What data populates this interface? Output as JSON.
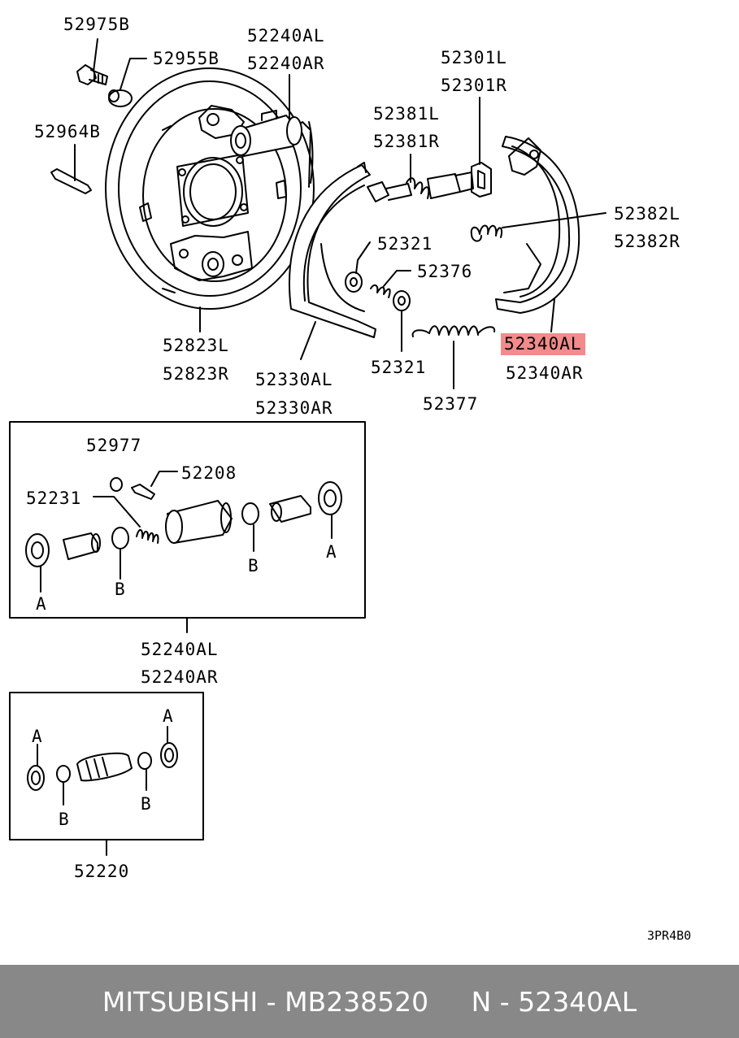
{
  "labels": {
    "p52975B": "52975B",
    "p52955B": "52955B",
    "p52240AL_top": "52240AL",
    "p52240AR_top": "52240AR",
    "p52964B": "52964B",
    "p52301L": "52301L",
    "p52301R": "52301R",
    "p52381L": "52381L",
    "p52381R": "52381R",
    "p52382L": "52382L",
    "p52382R": "52382R",
    "p52321a": "52321",
    "p52376": "52376",
    "p52321b": "52321",
    "p52340AL": "52340AL",
    "p52340AR": "52340AR",
    "p52823L": "52823L",
    "p52823R": "52823R",
    "p52330AL": "52330AL",
    "p52330AR": "52330AR",
    "p52377": "52377",
    "p52977": "52977",
    "p52208": "52208",
    "p52231": "52231",
    "box1_A_left": "A",
    "box1_B_left": "B",
    "box1_B_right": "B",
    "box1_A_right": "A",
    "p52240AL_box": "52240AL",
    "p52240AR_box": "52240AR",
    "box2_A_left": "A",
    "box2_B_left": "B",
    "box2_B_right": "B",
    "box2_A_right": "A",
    "p52220": "52220",
    "ref_code": "3PR4B0"
  },
  "highlight_color": "#f28b8b",
  "footer": {
    "brand": "MITSUBISHI",
    "sep1": " - ",
    "part_number": "MB238520",
    "gap": "     ",
    "n_prefix": "N",
    "sep2": " - ",
    "n_value": "52340AL",
    "background": "#888888"
  }
}
